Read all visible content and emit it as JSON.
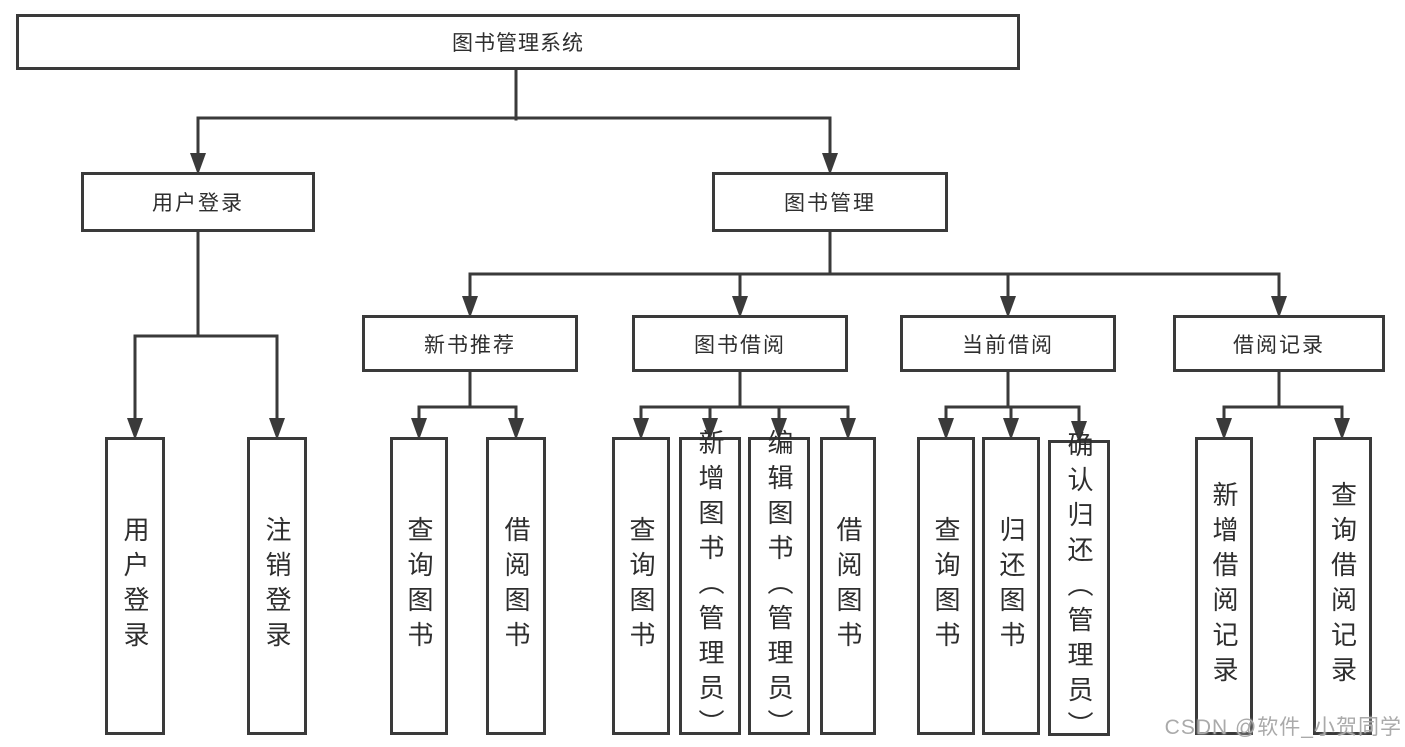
{
  "diagram": {
    "root": {
      "label": "图书管理系统"
    },
    "branches": [
      {
        "label": "用户登录",
        "children": [
          {
            "label": "用户登录"
          },
          {
            "label": "注销登录"
          }
        ]
      },
      {
        "label": "图书管理",
        "children": [
          {
            "label": "新书推荐",
            "children": [
              {
                "label": "查询图书"
              },
              {
                "label": "借阅图书"
              }
            ]
          },
          {
            "label": "图书借阅",
            "children": [
              {
                "label": "查询图书"
              },
              {
                "label": "新增图书（管理员）"
              },
              {
                "label": "编辑图书（管理员）"
              },
              {
                "label": "借阅图书"
              }
            ]
          },
          {
            "label": "当前借阅",
            "children": [
              {
                "label": "查询图书"
              },
              {
                "label": "归还图书"
              },
              {
                "label": "确认归还（管理员）"
              }
            ]
          },
          {
            "label": "借阅记录",
            "children": [
              {
                "label": "新增借阅记录"
              },
              {
                "label": "查询借阅记录"
              }
            ]
          }
        ]
      }
    ]
  },
  "watermark": {
    "text": "CSDN @软件_小贺同学"
  },
  "colors": {
    "line": "#3a3a3a",
    "text": "#2e2e2e",
    "background": "#ffffff",
    "watermark": "#aaaaaa"
  }
}
